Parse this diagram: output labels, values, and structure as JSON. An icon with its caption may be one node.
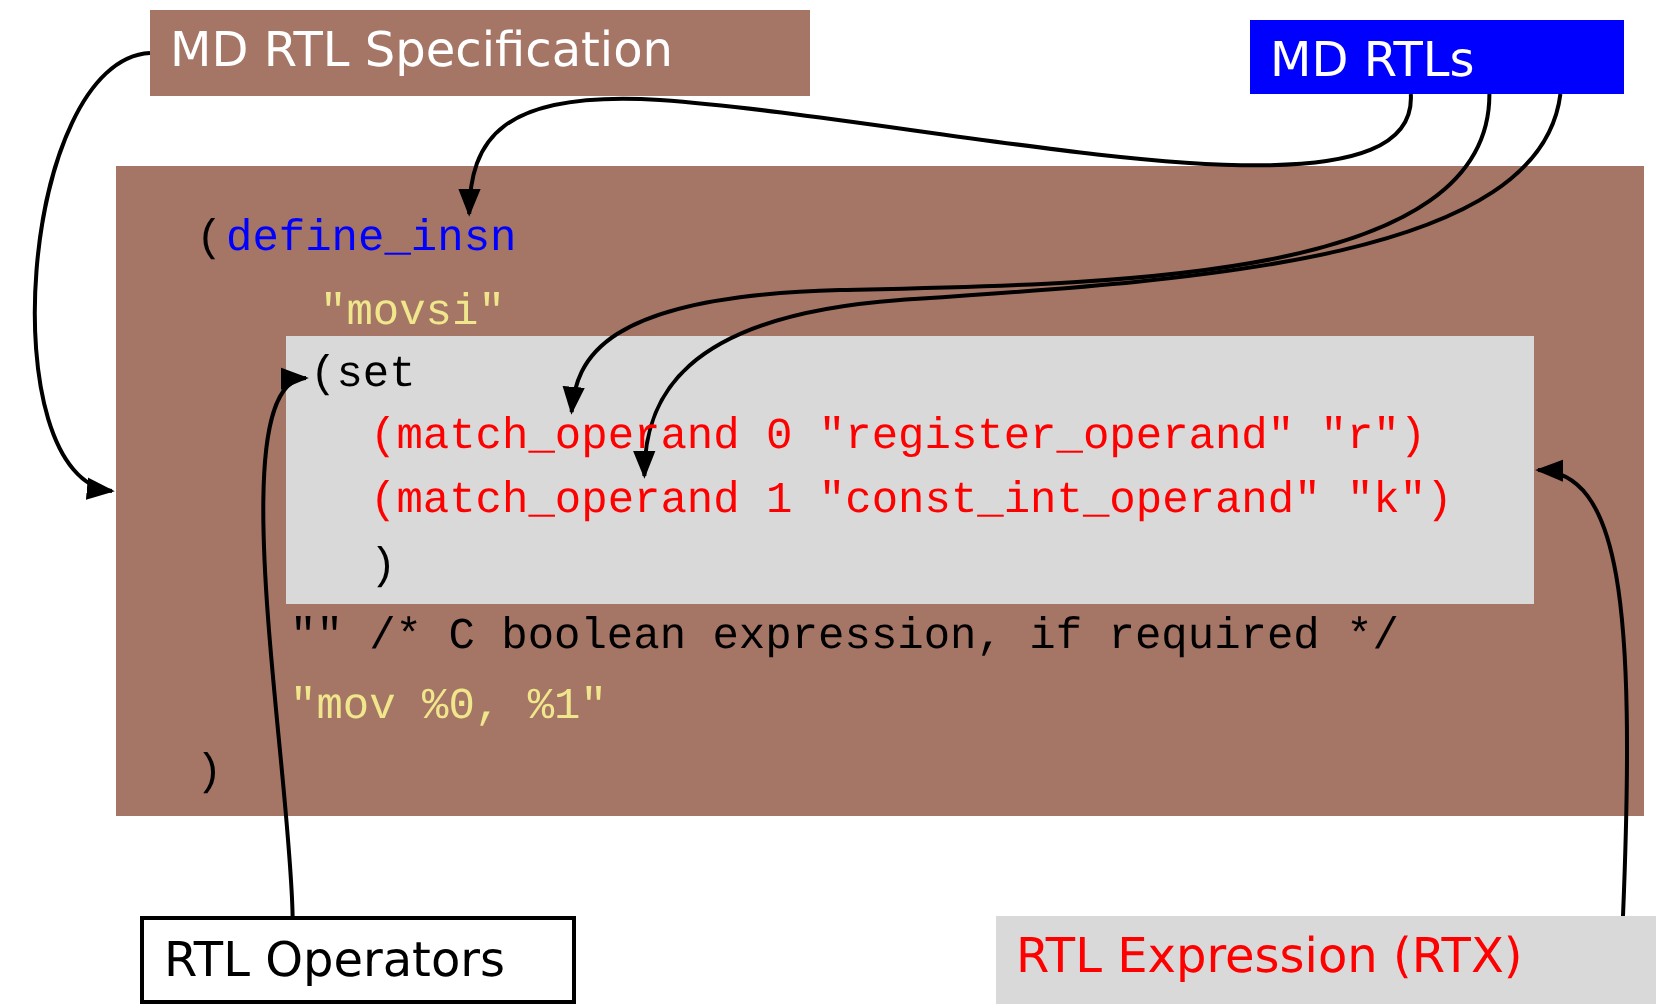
{
  "diagram": {
    "nodes": [
      {
        "text": [
          "MD RTL Specification"
        ]
      },
      {
        "text": [
          "MD RTLs"
        ]
      },
      {
        "text": [],
        "shape": "box"
      },
      {
        "text": [
          "define_insn"
        ],
        "in": 2
      },
      {
        "text": [],
        "shape": "box",
        "in": 2
      },
      {
        "text": [
          "(set"
        ],
        "in": 4
      },
      {
        "text": [
          "(match_operand 0 \"register_operand\" \"r\")"
        ],
        "in": 4
      },
      {
        "text": [
          "(match_operand 1 \"const_int_operand\" \"k\")"
        ],
        "in": 4
      },
      {
        "text": [
          "RTL Operators"
        ]
      },
      {
        "text": [
          "RTL Expression (RTX)"
        ]
      }
    ],
    "edges": [
      {
        "from": 0,
        "to": 2,
        "arrow": "to"
      },
      {
        "from": 1,
        "to": 3,
        "arrow": "to"
      },
      {
        "from": 1,
        "to": 6,
        "arrow": "to"
      },
      {
        "from": 1,
        "to": 7,
        "arrow": "to"
      },
      {
        "from": 8,
        "to": 5,
        "arrow": "to"
      },
      {
        "from": 9,
        "to": 4,
        "arrow": "to"
      }
    ],
    "labels": [
      "(",
      "\"movsi\"",
      ")",
      "\"\" /* C boolean expression, if required */",
      "\"mov %0, %1\"",
      ")"
    ]
  }
}
